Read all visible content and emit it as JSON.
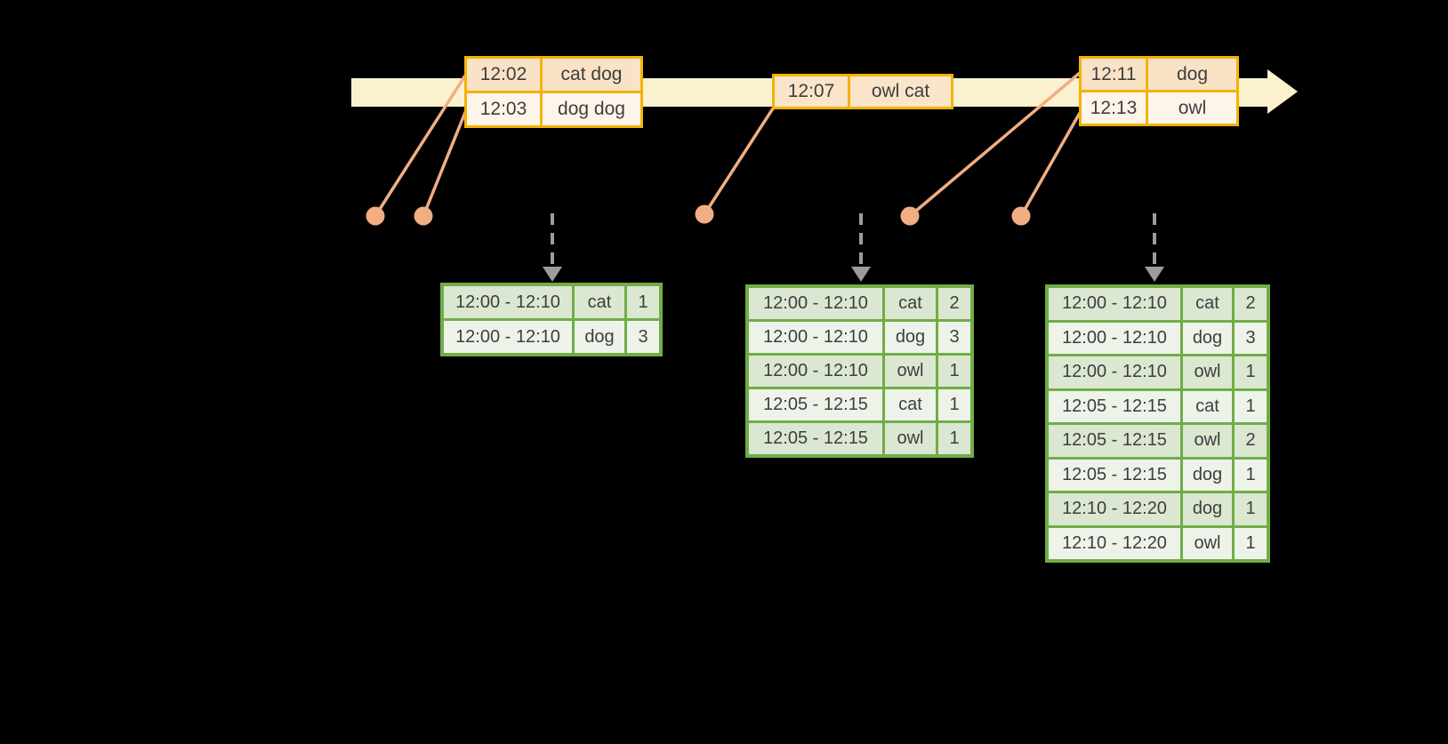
{
  "colors": {
    "background": "#000000",
    "axis_fill": "#FCF1CF",
    "event_border": "#F3B300",
    "event_row_a": "#F9E2C5",
    "event_row_b": "#FDF5E9",
    "event_row_single": "#FAE5CA",
    "connector": "#F1AE82",
    "trigger_arrow": "#9C9C9C",
    "result_border": "#70AD47",
    "result_row_a": "#DBE7D1",
    "result_row_b": "#EEF3EA",
    "text": "#3E3E3E"
  },
  "event_tables": [
    {
      "rows": [
        [
          "12:02",
          "cat dog"
        ],
        [
          "12:03",
          "dog dog"
        ]
      ]
    },
    {
      "rows": [
        [
          "12:07",
          "owl cat"
        ]
      ]
    },
    {
      "rows": [
        [
          "12:11",
          "dog"
        ],
        [
          "12:13",
          "owl"
        ]
      ]
    }
  ],
  "result_tables": [
    {
      "rows": [
        [
          "12:00 - 12:10",
          "cat",
          "1"
        ],
        [
          "12:00 - 12:10",
          "dog",
          "3"
        ]
      ]
    },
    {
      "rows": [
        [
          "12:00 - 12:10",
          "cat",
          "2"
        ],
        [
          "12:00 - 12:10",
          "dog",
          "3"
        ],
        [
          "12:00 - 12:10",
          "owl",
          "1"
        ],
        [
          "12:05 - 12:15",
          "cat",
          "1"
        ],
        [
          "12:05 - 12:15",
          "owl",
          "1"
        ]
      ]
    },
    {
      "rows": [
        [
          "12:00 - 12:10",
          "cat",
          "2"
        ],
        [
          "12:00 - 12:10",
          "dog",
          "3"
        ],
        [
          "12:00 - 12:10",
          "owl",
          "1"
        ],
        [
          "12:05 - 12:15",
          "cat",
          "1"
        ],
        [
          "12:05 - 12:15",
          "owl",
          "2"
        ],
        [
          "12:05 - 12:15",
          "dog",
          "1"
        ],
        [
          "12:10 - 12:20",
          "dog",
          "1"
        ],
        [
          "12:10 - 12:20",
          "owl",
          "1"
        ]
      ]
    }
  ]
}
